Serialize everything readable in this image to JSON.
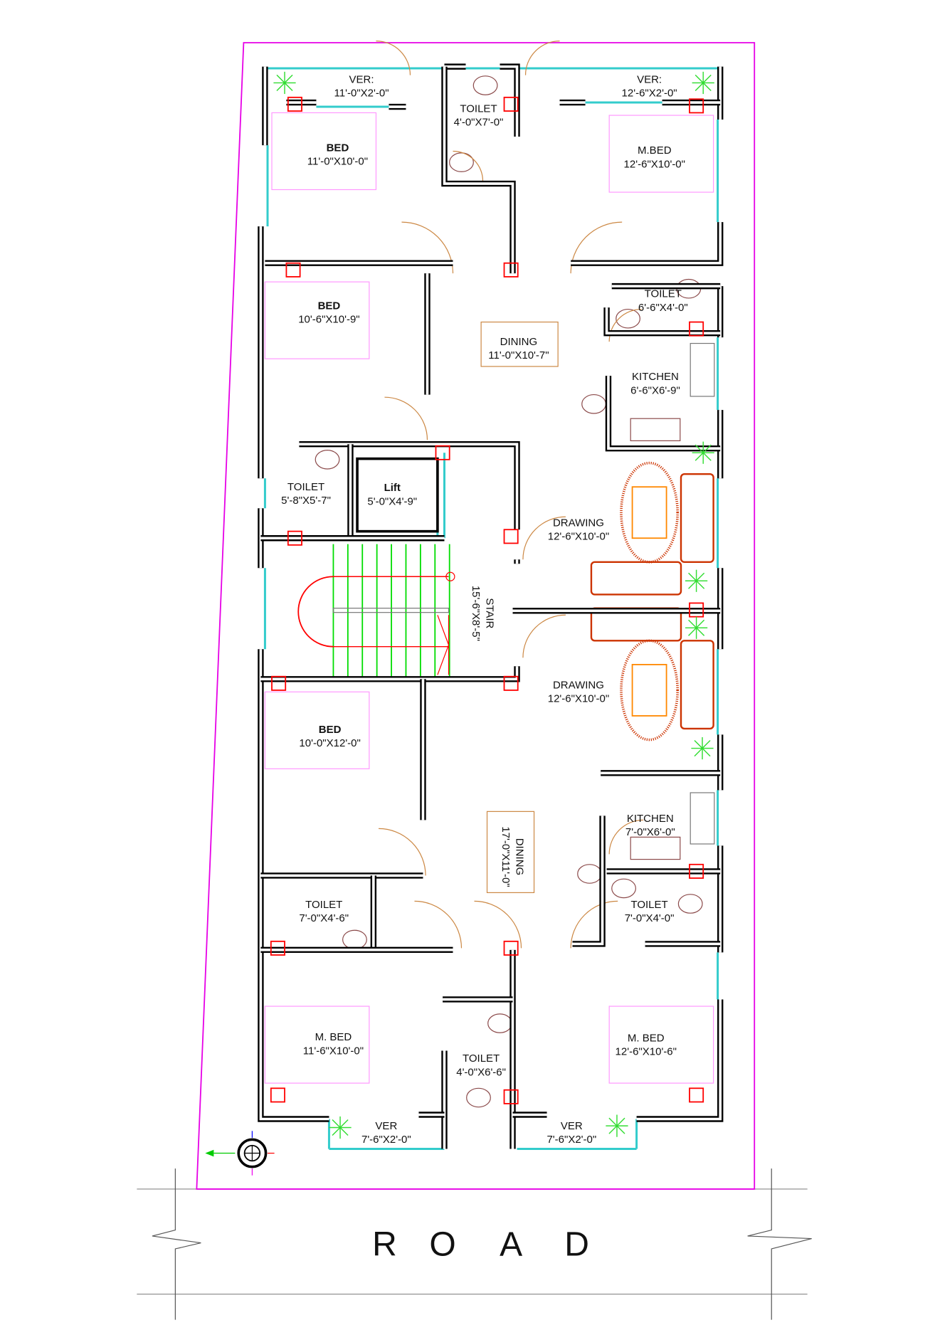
{
  "drawing": {
    "road_letters": [
      "R",
      "O",
      "A",
      "D"
    ],
    "compass_icon": "north-arrow-compass",
    "colors": {
      "plot_boundary": "#e600e6",
      "wall": "#000000",
      "column": "#ff0000",
      "window": "#33cccc",
      "bed": "#ff99ff",
      "door": "#cc8844",
      "stair": "#00dd00",
      "sofa": "#cc3300",
      "plant": "#33dd33"
    }
  },
  "rooms": [
    {
      "name": "VER:",
      "size": "11'-0\"X2'-0\""
    },
    {
      "name": "TOILET",
      "size": "4'-0\"X7'-0\""
    },
    {
      "name": "VER:",
      "size": "12'-6\"X2'-0\""
    },
    {
      "name": "BED",
      "size": "11'-0\"X10'-0\""
    },
    {
      "name": "M.BED",
      "size": "12'-6\"X10'-0\""
    },
    {
      "name": "BED",
      "size": "10'-6\"X10'-9\""
    },
    {
      "name": "TOILET",
      "size": "6'-6\"X4'-0\""
    },
    {
      "name": "DINING",
      "size": "11'-0\"X10'-7\""
    },
    {
      "name": "KITCHEN",
      "size": "6'-6\"X6'-9\""
    },
    {
      "name": "TOILET",
      "size": "5'-8\"X5'-7\""
    },
    {
      "name": "Lift",
      "size": "5'-0\"X4'-9\""
    },
    {
      "name": "DRAWING",
      "size": "12'-6\"X10'-0\""
    },
    {
      "name": "STAIR",
      "size": "15'-6\"X8'-5\""
    },
    {
      "name": "DRAWING",
      "size": "12'-6\"X10'-0\""
    },
    {
      "name": "BED",
      "size": "10'-0\"X12'-0\""
    },
    {
      "name": "KITCHEN",
      "size": "7'-0\"X6'-0\""
    },
    {
      "name": "DINING",
      "size": "17'-0\"X11'-0\""
    },
    {
      "name": "TOILET",
      "size": "7'-0\"X4'-6\""
    },
    {
      "name": "TOILET",
      "size": "7'-0\"X4'-0\""
    },
    {
      "name": "M. BED",
      "size": "11'-6\"X10'-0\""
    },
    {
      "name": "M. BED",
      "size": "12'-6\"X10'-6\""
    },
    {
      "name": "TOILET",
      "size": "4'-0\"X6'-6\""
    },
    {
      "name": "VER",
      "size": "7'-6\"X2'-0\""
    },
    {
      "name": "VER",
      "size": "7'-6\"X2'-0\""
    }
  ]
}
